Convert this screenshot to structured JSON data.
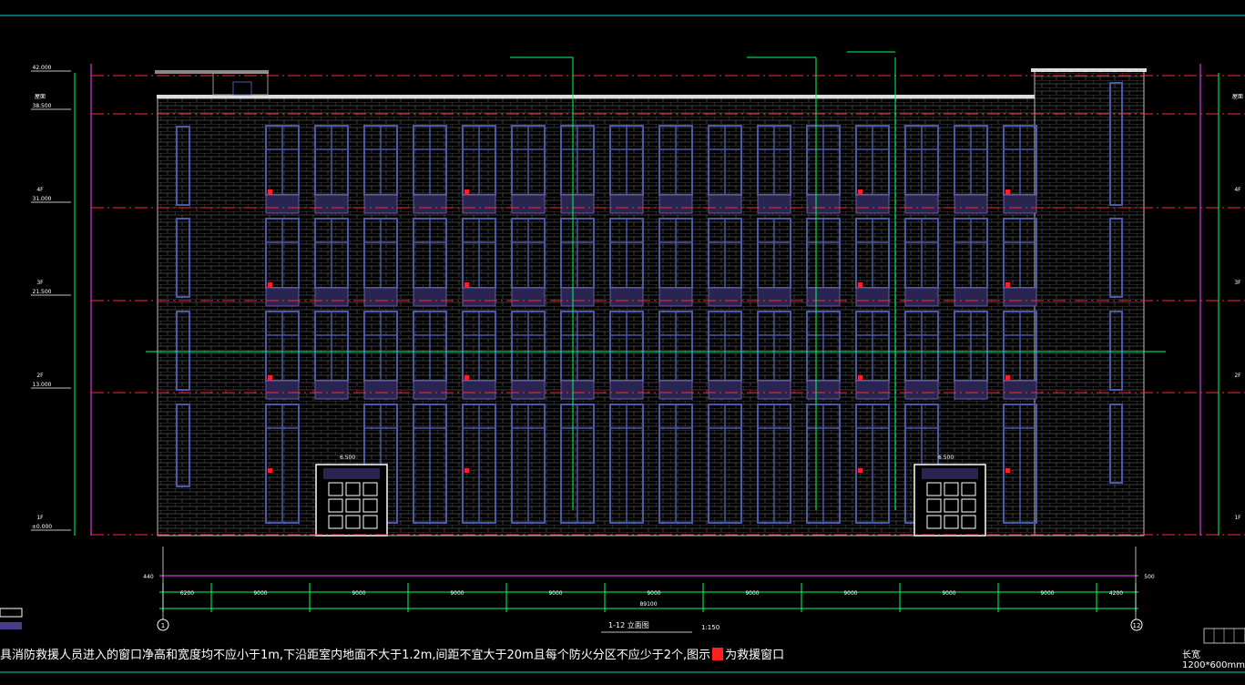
{
  "drawing": {
    "title": "1-12 立面图",
    "scale": "1:150",
    "axis_start": "1",
    "axis_end": "12"
  },
  "levels": [
    {
      "label": "",
      "elev": "42.000"
    },
    {
      "label": "屋面",
      "elev": "38.500"
    },
    {
      "label": "4F",
      "elev": "31.000"
    },
    {
      "label": "3F",
      "elev": "21.500"
    },
    {
      "label": "2F",
      "elev": "13.000"
    },
    {
      "label": "1F",
      "elev": "±0.000"
    }
  ],
  "dimensions": {
    "bays": [
      "6200",
      "9000",
      "9000",
      "9000",
      "9000",
      "9000",
      "9000",
      "9000",
      "9000",
      "9000",
      "4200"
    ],
    "total": "89100",
    "side_edges": [
      "440",
      "500"
    ],
    "canopy": [
      "6.500",
      "6.500"
    ]
  },
  "note": {
    "text_before": "具消防救援人员进入的窗口净高和宽度均不应小于1m,下沿距室内地面不大于1.2m,间距不宜大于20m且每个防火分区不应少于2个,图示",
    "text_after": "为救援窗口"
  },
  "tile_note": "长宽 1200*600mm",
  "colors": {
    "background": "#000000",
    "window": "#4a5aa8",
    "brick": "#7a7a7a",
    "level_line": "#ff2a2a",
    "dimension": "#00ff66",
    "magenta": "#ff40ff",
    "marker": "#ff2020"
  }
}
